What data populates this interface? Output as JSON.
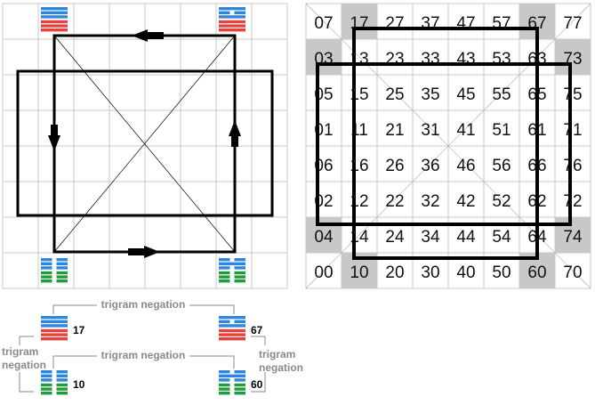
{
  "colors": {
    "upper_trigram": "#2e86de",
    "lower_red": "#e8413c",
    "lower_green": "#1f9d3a",
    "grid_line": "#c8c8c8",
    "shaded_cell": "#c8c8c8",
    "frame": "#000000",
    "label_gray": "#8a8a8a"
  },
  "grid": {
    "rows": [
      [
        "07",
        "17",
        "27",
        "37",
        "47",
        "57",
        "67",
        "77"
      ],
      [
        "03",
        "13",
        "23",
        "33",
        "43",
        "53",
        "63",
        "73"
      ],
      [
        "05",
        "15",
        "25",
        "35",
        "45",
        "55",
        "65",
        "75"
      ],
      [
        "01",
        "11",
        "21",
        "31",
        "41",
        "51",
        "61",
        "71"
      ],
      [
        "06",
        "16",
        "26",
        "36",
        "46",
        "56",
        "66",
        "76"
      ],
      [
        "02",
        "12",
        "22",
        "32",
        "42",
        "52",
        "62",
        "72"
      ],
      [
        "04",
        "14",
        "24",
        "34",
        "44",
        "54",
        "64",
        "74"
      ],
      [
        "00",
        "10",
        "20",
        "30",
        "40",
        "50",
        "60",
        "70"
      ]
    ],
    "shaded": [
      [
        0,
        1
      ],
      [
        0,
        6
      ],
      [
        1,
        0
      ],
      [
        1,
        7
      ],
      [
        6,
        0
      ],
      [
        6,
        7
      ],
      [
        7,
        1
      ],
      [
        7,
        6
      ]
    ]
  },
  "legend": {
    "corners": [
      {
        "code": "17",
        "upper": "solid-solid-solid",
        "lower": "red"
      },
      {
        "code": "67",
        "upper": "solid-broken-solid",
        "lower": "red"
      },
      {
        "code": "10",
        "upper": "broken-broken-broken",
        "lower": "green"
      },
      {
        "code": "60",
        "upper": "broken-solid-broken",
        "lower": "green"
      }
    ],
    "top_label": "trigram negation",
    "middle_label": "trigram negation",
    "left_label_1": "trigram",
    "left_label_2": "negation",
    "right_label_1": "trigram",
    "right_label_2": "negation"
  }
}
